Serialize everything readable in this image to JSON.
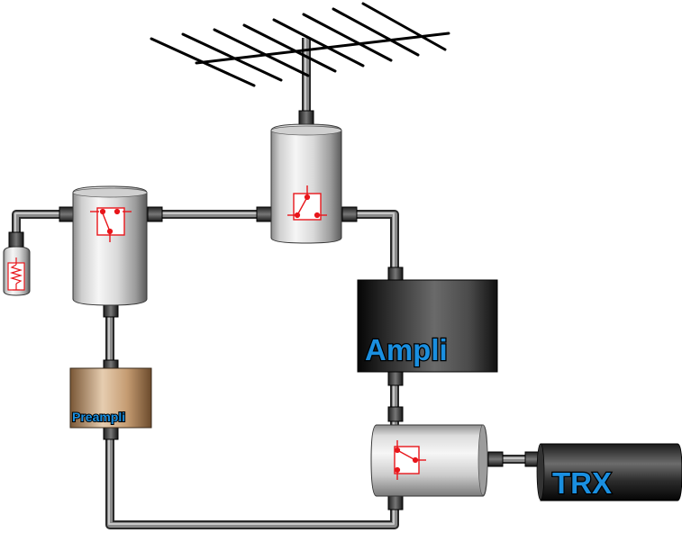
{
  "labels": {
    "ampli": "Ampli",
    "trx": "TRX",
    "preampli": "Preampli"
  },
  "colors": {
    "label_blue": "#1a8fe0",
    "switch_red": "#e8161b",
    "cable": "#7d7d7d"
  },
  "icons": {
    "antenna": "yagi-antenna-icon",
    "relay": "relay-switch-icon",
    "load": "dummy-load-resistor-icon"
  }
}
